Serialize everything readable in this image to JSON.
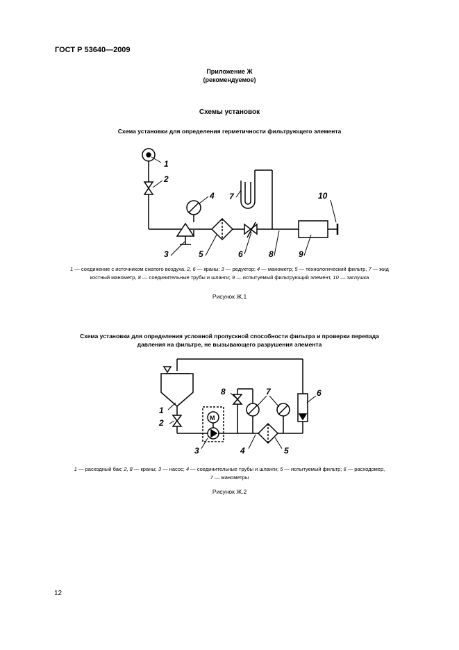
{
  "header": {
    "standard": "ГОСТ Р 53640—2009"
  },
  "annex": {
    "title": "Приложение Ж",
    "subtitle": "(рекомендуемое)"
  },
  "section_title": "Схемы установок",
  "figure1": {
    "title": "Схема установки для определения герметичности фильтрующего элемента",
    "labels": [
      "1",
      "2",
      "3",
      "4",
      "5",
      "6",
      "7",
      "8",
      "9",
      "10"
    ],
    "legend": [
      {
        "n": "1",
        "t": " — соединение с источником сжатого воздуха, "
      },
      {
        "n": "2, 6",
        "t": " — краны; "
      },
      {
        "n": "3",
        "t": " — редуктор; "
      },
      {
        "n": "4",
        "t": " — манометр; "
      },
      {
        "n": "5",
        "t": " — технологический фильтр, "
      },
      {
        "n": "7",
        "t": " — жид"
      },
      {
        "n": "",
        "t": "костный манометр, "
      },
      {
        "n": "8",
        "t": " — соединительные трубы и шланги; "
      },
      {
        "n": "9",
        "t": " — испытуемый фильтрующий элемент, "
      },
      {
        "n": "10",
        "t": " — заглушка"
      }
    ],
    "caption": "Рисунок Ж.1"
  },
  "figure2": {
    "title_line1": "Схема установки для определения условной пропускной способности фильтра и проверки перепада",
    "title_line2": "давления на фильтре, не вызывающего разрушения элемента",
    "labels": [
      "1",
      "2",
      "3",
      "4",
      "5",
      "6",
      "7",
      "8"
    ],
    "motor_letter": "М",
    "legend": [
      {
        "n": "1",
        "t": " — расходный бак; "
      },
      {
        "n": "2, 8",
        "t": " — краны; "
      },
      {
        "n": "3",
        "t": " — насос; "
      },
      {
        "n": "4",
        "t": " — соединительные трубы и шланги; "
      },
      {
        "n": "5",
        "t": " — испытуемый фильтр; "
      },
      {
        "n": "6",
        "t": " — расходомер,"
      },
      {
        "n": "7",
        "t": " — манометры"
      }
    ],
    "caption": "Рисунок Ж.2"
  },
  "page_number": "12"
}
